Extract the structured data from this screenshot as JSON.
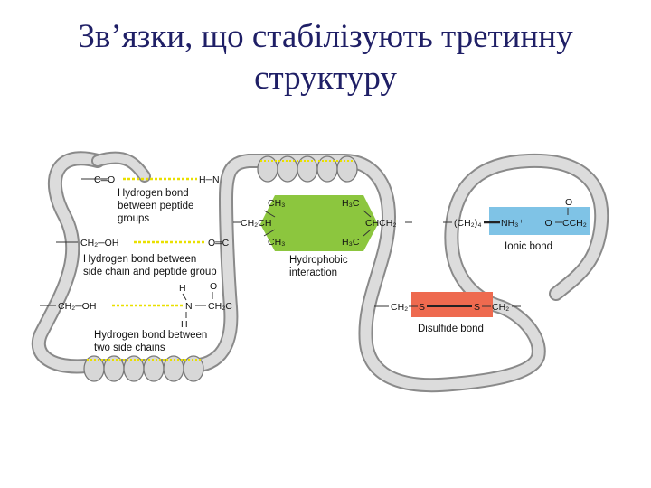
{
  "title": {
    "line1": "Зв’язки, що стабілізують третинну",
    "line2": "структуру"
  },
  "colors": {
    "title": "#1f1f66",
    "ribbon": "#cfcfcf",
    "hbond": "#e9e000",
    "hydrophobic": "#8cc63e",
    "ionic": "#7fc3e6",
    "disulfide": "#ee6a4f"
  },
  "diagram": {
    "hbond_peptide": {
      "left_group": "C═O",
      "right_group": "H─N",
      "caption": [
        "Hydrogen bond",
        "between peptide",
        "groups"
      ]
    },
    "hbond_side_peptide": {
      "left_group": "CH₂─OH",
      "right_group": "O═C",
      "caption": [
        "Hydrogen bond between",
        "side chain and peptide group"
      ]
    },
    "hbond_side_side": {
      "left_group": "CH₂─OH",
      "top_h": "H",
      "top_o": "O",
      "center": "N",
      "right_group": "CH₂C",
      "bottom_h": "H",
      "caption": [
        "Hydrogen bond between",
        "two side chains"
      ]
    },
    "hydrophobic": {
      "left_top": "CH₃",
      "left_mid": "CH₂CH",
      "left_bottom": "CH₃",
      "right_top": "H₃C",
      "right_mid": "CHCH₂",
      "right_bottom": "H₃C",
      "caption": [
        "Hydrophobic",
        "interaction"
      ]
    },
    "ionic": {
      "left_group": "(CH₂)₄",
      "nh3": "NH₃⁺",
      "o_minus": "⁻O",
      "o_top": "O",
      "right_group": "CCH₂",
      "caption": "Ionic bond"
    },
    "disulfide": {
      "left_group": "CH₂",
      "s_left": "S",
      "s_right": "S",
      "right_group": "CH₂",
      "caption": "Disulfide bond"
    }
  }
}
